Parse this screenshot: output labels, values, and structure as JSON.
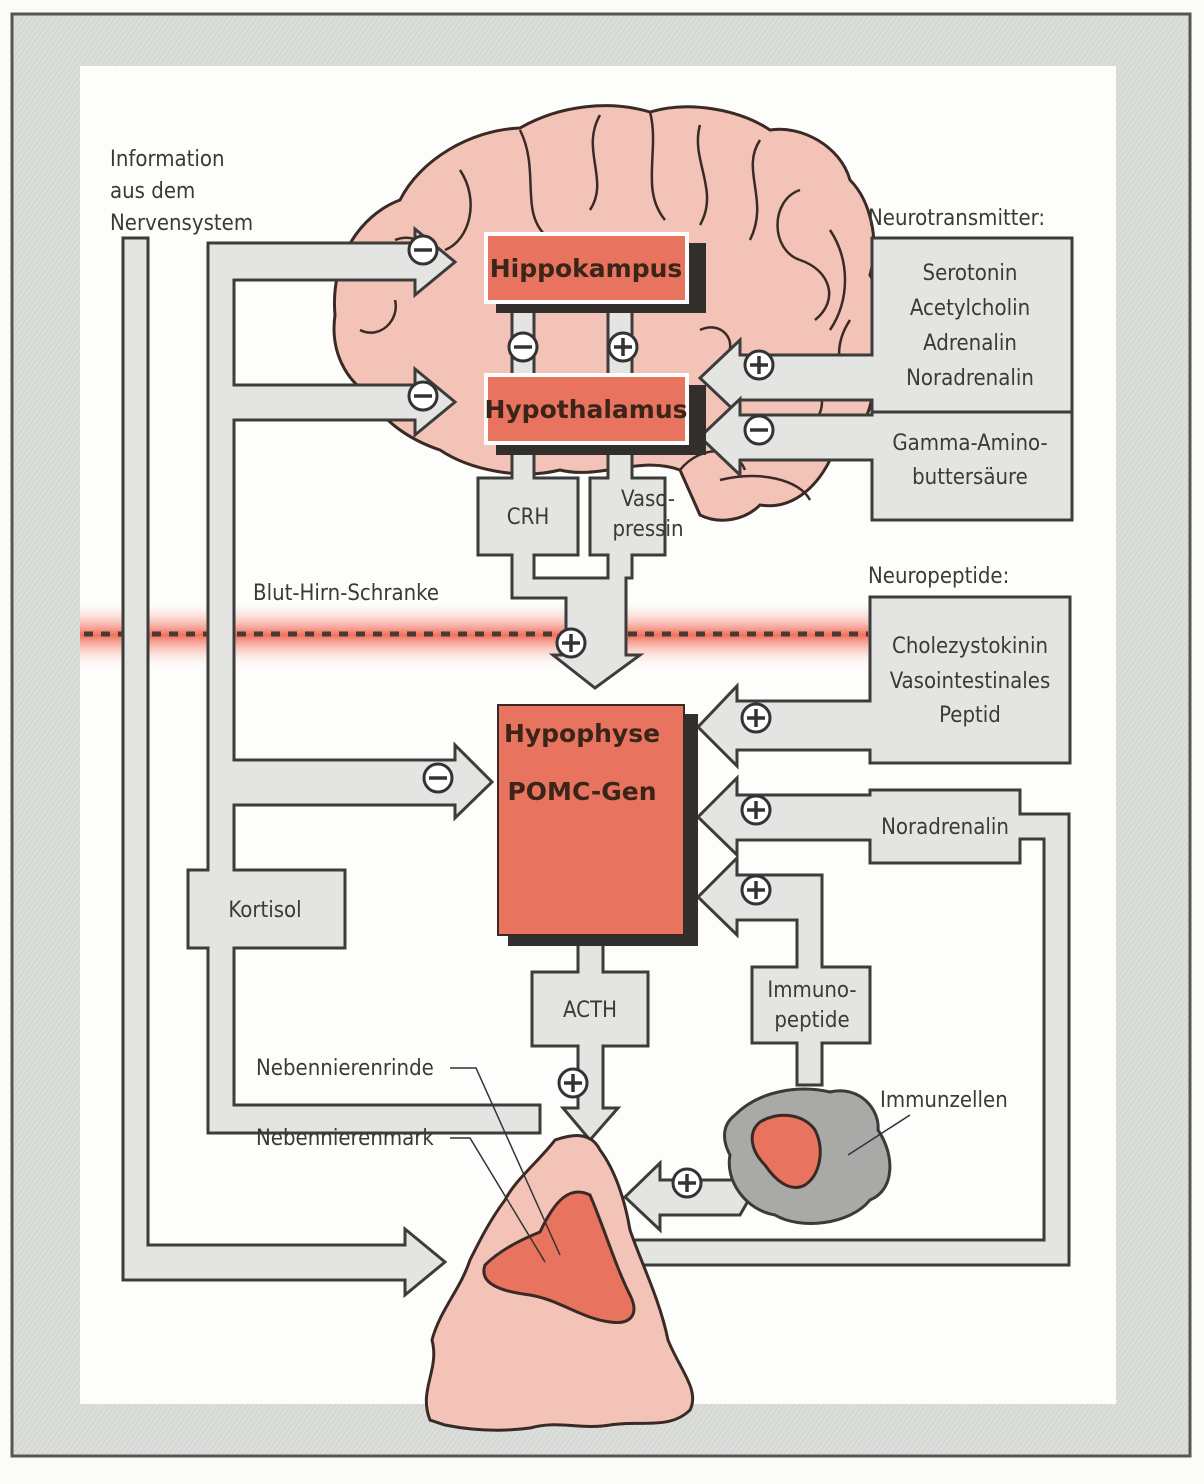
{
  "diagram": {
    "type": "flow-diagram",
    "topic": "Stress axis: brain, pituitary, adrenal and immune interactions",
    "colors": {
      "frame_gray": "#d9dbd8",
      "pipe_gray": "#e4e5e2",
      "organ_salmon": "#e8735e",
      "brain_pink": "#f4c3b7",
      "immune_gray": "#a9aaa8",
      "barrier_red": "#f0604a"
    },
    "labels": {
      "info_source": [
        "Information",
        "aus dem",
        "Nervensystem"
      ],
      "hippocampus": "Hippokampus",
      "hypothalamus": "Hypothalamus",
      "crh": "CRH",
      "vasopressin": [
        "Vaso-",
        "pressin"
      ],
      "blood_brain_barrier": "Blut-Hirn-Schranke",
      "pituitary": "Hypophyse",
      "pomc_gene": "POMC-Gen",
      "kortisol": "Kortisol",
      "acth": "ACTH",
      "immunopeptide": [
        "Immuno-",
        "peptide"
      ],
      "adrenal_cortex": "Nebennierenrinde",
      "adrenal_medulla": "Nebennierenmark",
      "immune_cells": "Immunzellen",
      "neurotransmitter_heading": "Neurotransmitter:",
      "neurotransmitters": [
        "Serotonin",
        "Acetylcholin",
        "Adrenalin",
        "Noradrenalin"
      ],
      "gaba": [
        "Gamma-Amino-",
        "buttersäure"
      ],
      "neuropeptide_heading": "Neuropeptide:",
      "neuropeptides": [
        "Cholezystokinin",
        "Vasointestinales",
        "Peptid"
      ],
      "noradrenalin": "Noradrenalin"
    },
    "signs": {
      "plus": "+",
      "minus": "−"
    },
    "edges": [
      {
        "from": "Nervensystem/Kortisol",
        "to": "Hippokampus",
        "sign": "−"
      },
      {
        "from": "Nervensystem/Kortisol",
        "to": "Hypothalamus",
        "sign": "−"
      },
      {
        "from": "Hippokampus",
        "to": "Hypothalamus",
        "sign": "−"
      },
      {
        "from": "Hippokampus",
        "to": "Hypothalamus",
        "sign": "+"
      },
      {
        "from": "Neurotransmitter",
        "to": "Hypothalamus",
        "sign": "+"
      },
      {
        "from": "Gamma-Aminobuttersäure",
        "to": "Hypothalamus",
        "sign": "−"
      },
      {
        "from": "CRH/Vasopressin",
        "to": "Hypophyse",
        "sign": "+"
      },
      {
        "from": "Kortisol",
        "to": "Hypophyse",
        "sign": "−"
      },
      {
        "from": "Neuropeptide",
        "to": "Hypophyse",
        "sign": "+"
      },
      {
        "from": "Noradrenalin",
        "to": "Hypophyse",
        "sign": "+"
      },
      {
        "from": "Immunopeptide",
        "to": "Hypophyse",
        "sign": "+"
      },
      {
        "from": "ACTH",
        "to": "Nebennierenrinde",
        "sign": "+"
      },
      {
        "from": "Immunzellen",
        "to": "Nebenniere",
        "sign": "+"
      },
      {
        "from": "Nervensystem",
        "to": "Nebennierenmark",
        "sign": ""
      }
    ]
  }
}
